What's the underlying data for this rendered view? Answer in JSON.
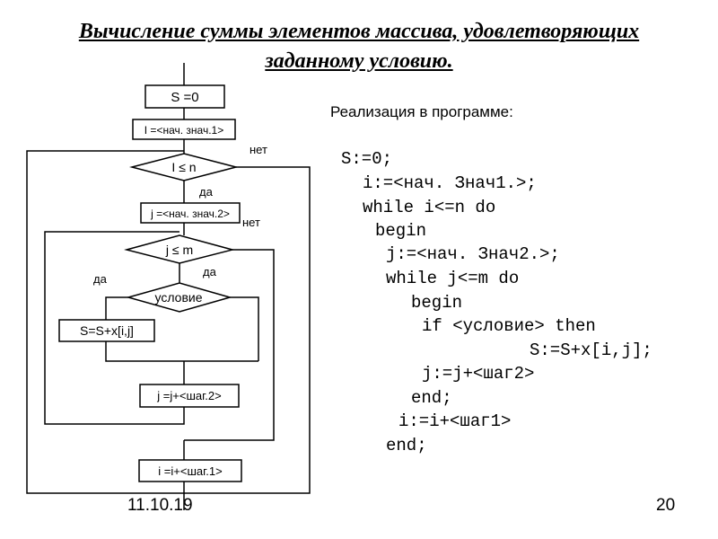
{
  "slide": {
    "title_line1": "Вычисление суммы элементов массива, удовлетворяющих",
    "title_line2": "заданному условию.",
    "date": "11.10.19",
    "page_number": "20"
  },
  "flowchart": {
    "init_sum": "S =0",
    "init_i": "I =<нач. знач.1>",
    "cond_i": "I ≤ n",
    "init_j": "j =<нач. знач.2>",
    "cond_j": "j ≤ m",
    "cond_custom": "условие",
    "accumulate": "S=S+x[i,j]",
    "step_j": "j =j+<шаг.2>",
    "step_i": "i =i+<шаг.1>",
    "label_no_1": "нет",
    "label_yes_1": "да",
    "label_no_2": "нет",
    "label_yes_2": "да",
    "label_yes_3": "да"
  },
  "program": {
    "heading": "Реализация в программе:",
    "lines": [
      "S:=0;",
      "i:=<нач. Знач1.>;",
      "while i<=n do",
      "begin",
      "j:=<нач. Знач2.>;",
      "while j<=m do",
      "begin",
      "if <условие> then",
      "S:=S+x[i,j];",
      "j:=j+<шаг2>",
      "end;",
      "i:=i+<шаг1>",
      "end;"
    ]
  }
}
